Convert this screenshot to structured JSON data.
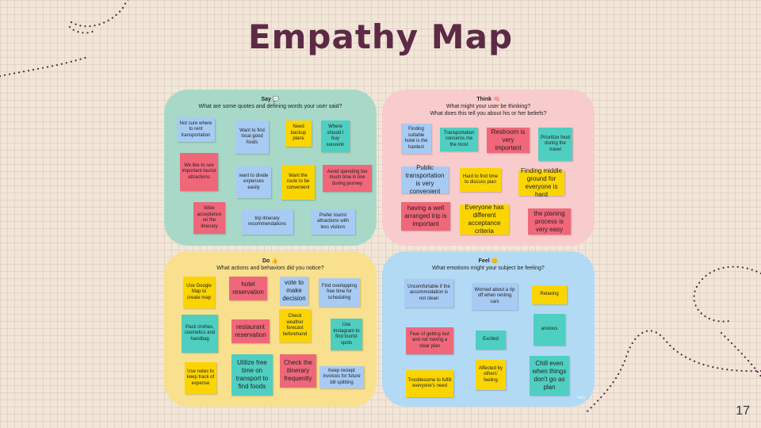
{
  "title": "Empathy Map",
  "page_number": "17",
  "watermark": "miro",
  "colors": {
    "title": "#5d2a46",
    "say_bg": "#a8d9c8",
    "think_bg": "#f8cbcc",
    "do_bg": "#f9e08e",
    "feel_bg": "#b3daf5",
    "note_yellow": "#fbd500",
    "note_pink": "#f0677a",
    "note_blue": "#a8cbf4",
    "note_teal": "#4ecfc1"
  },
  "quadrants": {
    "say": {
      "label": "Say 💬",
      "prompt": "What are some quotes and defining words your user said?",
      "notes": [
        "Not sure where to rent transportation",
        "Want to find local good foods",
        "Need backup plans",
        "Where should I buy souvenir",
        "We like to see important tourist attractions",
        "want to divide expenses easily",
        "Want the route to be convenient",
        "Avoid spending too much time in line during journey",
        "Wide acceptance on the itinerary",
        "trip itinerary recommendations",
        "Prefer tourist attractions with less visitors"
      ]
    },
    "think": {
      "label": "Think 🧠",
      "prompt": "What might your user be thinking?",
      "prompt2": "What does this tell you about his or her beliefs?",
      "notes": [
        "Finding suitable hotel is the hardest",
        "Transportation concerns me the most",
        "Restroom is very important",
        "Prioritize food during the travel",
        "Public transportation is very convenient",
        "Hard to find time to discuss plan",
        "Finding middle ground for everyone is hard",
        "having a well arranged trip is important",
        "Everyone has different acceptance criteria",
        "the planing process is very easy"
      ]
    },
    "do": {
      "label": "Do 👍",
      "prompt": "What actions and behaviors did you notice?",
      "notes": [
        "Use Google Map to create map",
        "hotel reservation",
        "vote to make decision",
        "Find overlapping free time for scheduling",
        "Pack clothes, cosmetics and handbag",
        "restaurant reservation",
        "Check weather forecast beforehand",
        "Use Instagram to find tourist spots",
        "Use notes to keep track of expense",
        "Utilize free time on transport to find foods",
        "Check the itinerary frequently",
        "Keep reciept invoices for future bill splitting"
      ]
    },
    "feel": {
      "label": "Feel 😊",
      "prompt": "What emotions might your subject be feeling?",
      "notes": [
        "Uncomfortable if the accommodation is not clean",
        "Worried about a rip off when renting cars",
        "Relaxing",
        "anxious",
        "Fear of getting lost and not having a clear plan",
        "Excited",
        "Troublesome to fulfill everyone's need",
        "Affected by others' feeling",
        "Chill even when things don't go as plan"
      ]
    }
  }
}
